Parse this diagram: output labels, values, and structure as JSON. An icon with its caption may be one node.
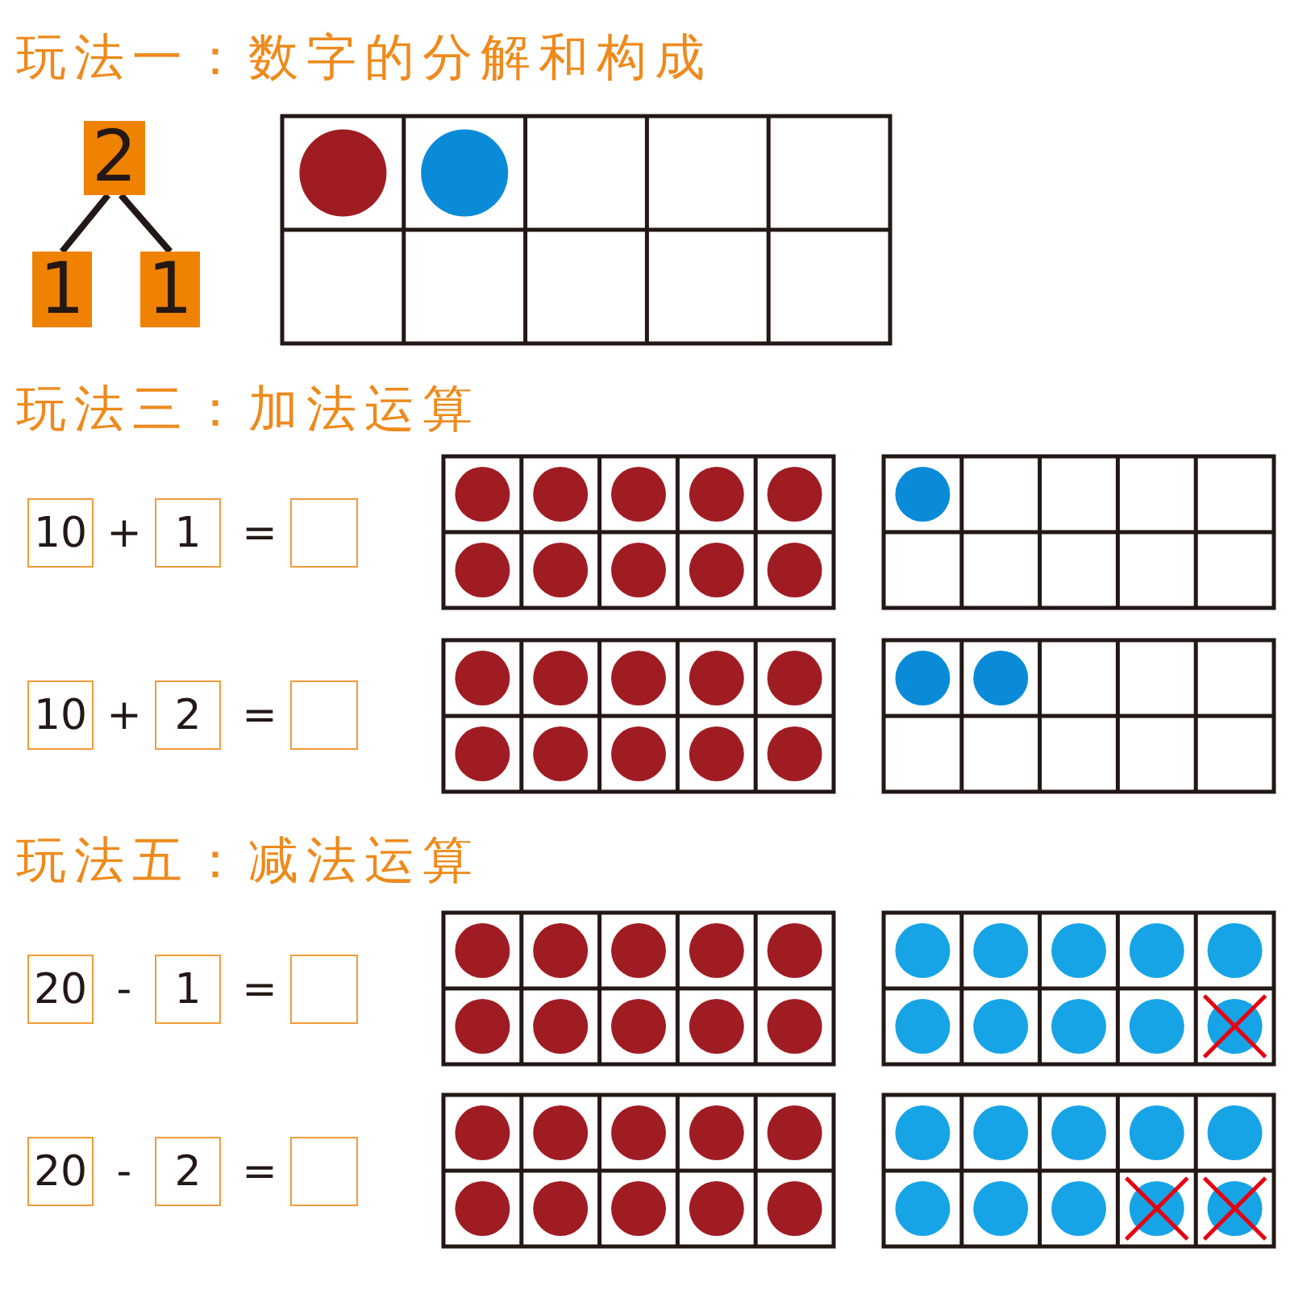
{
  "diagram": {
    "nodes": [
      {
        "text": [
          "2"
        ]
      },
      {
        "text": [
          "1"
        ]
      },
      {
        "text": [
          "1"
        ]
      },
      {
        "text": [
          "10"
        ]
      },
      {
        "text": [
          "1"
        ]
      },
      {
        "text": [],
        "shape": "box"
      },
      {
        "text": [
          "10"
        ]
      },
      {
        "text": [
          "2"
        ]
      },
      {
        "text": [],
        "shape": "box"
      },
      {
        "text": [
          "20"
        ]
      },
      {
        "text": [
          "1"
        ]
      },
      {
        "text": [],
        "shape": "box"
      },
      {
        "text": [
          "20"
        ]
      },
      {
        "text": [
          "2"
        ]
      },
      {
        "text": [],
        "shape": "box"
      }
    ],
    "edges": [
      {
        "from": 0,
        "to": 1,
        "arrow": "none"
      },
      {
        "from": 0,
        "to": 2,
        "arrow": "none"
      }
    ],
    "labels": [
      "玩法一：数字的分解和构成",
      "玩法三：加法运算",
      "+",
      "=",
      "+",
      "=",
      "玩法五：减法运算",
      "-",
      "=",
      "-",
      "="
    ]
  }
}
